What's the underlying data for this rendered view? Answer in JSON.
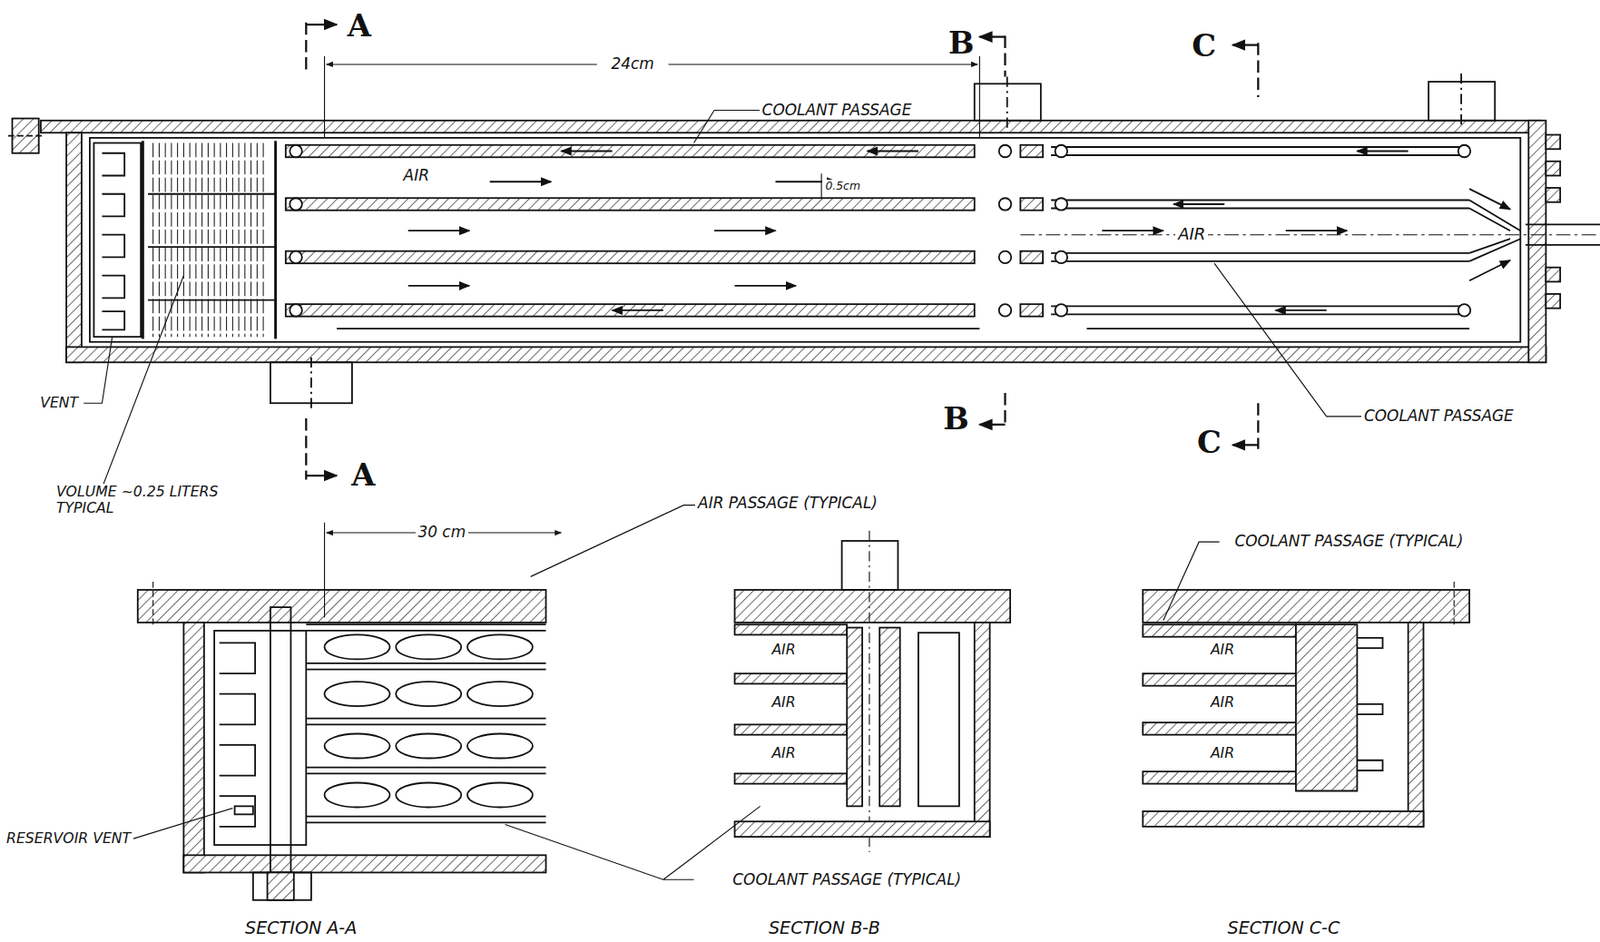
{
  "diagram": {
    "labels": [
      "A",
      "24cm",
      "B",
      "C",
      "COOLANT PASSAGE",
      "AIR",
      "0.5cm",
      "AIR",
      "VENT",
      "B",
      "C",
      "A",
      "COOLANT PASSAGE",
      "VOLUME ~0.25 LITERS TYPICAL",
      "30 cm",
      "AIR PASSAGE (TYPICAL)",
      "COOLANT PASSAGE (TYPICAL)",
      "AIR",
      "AIR",
      "AIR",
      "AIR",
      "AIR",
      "AIR",
      "RESERVOIR VENT",
      "COOLANT PASSAGE (TYPICAL)",
      "SECTION A-A",
      "SECTION B-B",
      "SECTION C-C"
    ]
  }
}
